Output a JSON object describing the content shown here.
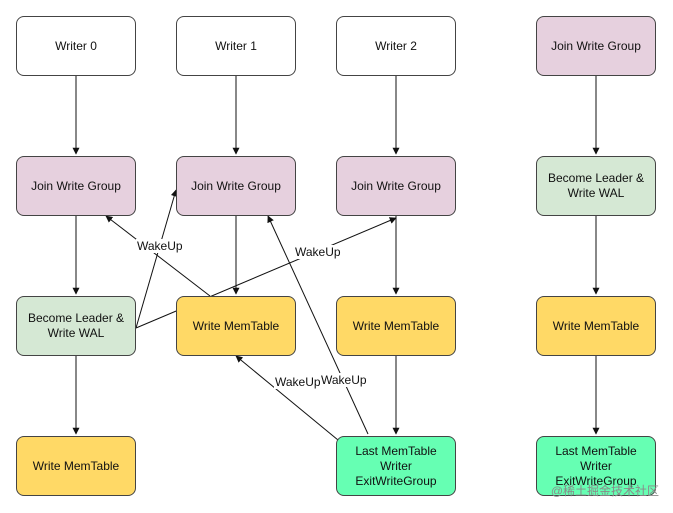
{
  "nodes": {
    "writer0": "Writer 0",
    "writer1": "Writer 1",
    "writer2": "Writer 2",
    "join0": "Join Write Group",
    "join1": "Join Write Group",
    "join2": "Join Write Group",
    "leader0": "Become Leader & Write WAL",
    "mem1": "Write MemTable",
    "mem2": "Write MemTable",
    "mem0": "Write MemTable",
    "last2": "Last MemTable Writer ExitWriteGroup",
    "r_join": "Join Write Group",
    "r_leader": "Become Leader & Write WAL",
    "r_mem": "Write MemTable",
    "r_last": "Last MemTable Writer ExitWriteGroup"
  },
  "edge_labels": {
    "wake_a": "WakeUp",
    "wake_b": "WakeUp",
    "wake_c": "WakeUp",
    "wake_d": "WakeUp"
  },
  "watermark": "@稀土掘金技术社区"
}
